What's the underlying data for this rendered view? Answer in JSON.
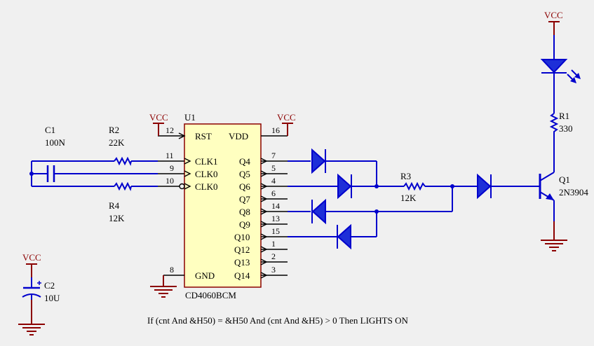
{
  "ic": {
    "ref": "U1",
    "part": "CD4060BCM",
    "left_pins": [
      {
        "num": "12",
        "name": "RST"
      },
      {
        "num": "11",
        "name": "CLK1"
      },
      {
        "num": "9",
        "name": "CLK0"
      },
      {
        "num": "10",
        "name": "CLK0"
      },
      {
        "num": "8",
        "name": "GND"
      }
    ],
    "vdd": {
      "num": "16",
      "name": "VDD"
    },
    "right_pins": [
      {
        "num": "7",
        "name": "Q4"
      },
      {
        "num": "5",
        "name": "Q5"
      },
      {
        "num": "4",
        "name": "Q6"
      },
      {
        "num": "6",
        "name": "Q7"
      },
      {
        "num": "14",
        "name": "Q8"
      },
      {
        "num": "13",
        "name": "Q9"
      },
      {
        "num": "15",
        "name": "Q10"
      },
      {
        "num": "1",
        "name": "Q12"
      },
      {
        "num": "2",
        "name": "Q13"
      },
      {
        "num": "3",
        "name": "Q14"
      }
    ]
  },
  "components": {
    "c1": {
      "ref": "C1",
      "value": "100N"
    },
    "r2": {
      "ref": "R2",
      "value": "22K"
    },
    "r4": {
      "ref": "R4",
      "value": "12K"
    },
    "r3": {
      "ref": "R3",
      "value": "12K"
    },
    "r1": {
      "ref": "R1",
      "value": "330"
    },
    "q1": {
      "ref": "Q1",
      "value": "2N3904"
    },
    "c2": {
      "ref": "C2",
      "value": "10U"
    }
  },
  "power_label": "VCC",
  "note": "If (cnt And &H50) = &H50 And (cnt And &H5) > 0 Then LIGHTS ON",
  "colors": {
    "background": "#f0f0f0",
    "ic_fill": "#ffffc0",
    "ic_border": "#8b0000",
    "wire": "#0000cc",
    "power": "#8b0000",
    "diode": "#1e2fd8"
  }
}
